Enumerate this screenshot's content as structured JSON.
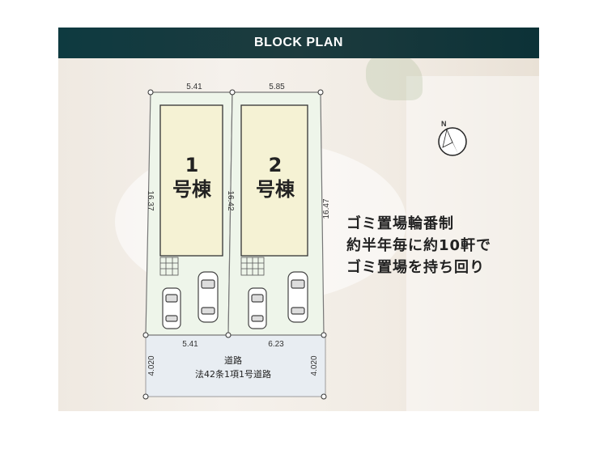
{
  "header": {
    "title": "BLOCK PLAN"
  },
  "lots": [
    {
      "number": "1",
      "label": "号棟"
    },
    {
      "number": "2",
      "label": "号棟"
    }
  ],
  "dimensions": {
    "lot1_top": "5.41",
    "lot2_top": "5.85",
    "lot1_left": "16.37",
    "lot_divider": "16.42",
    "lot2_right": "16.47",
    "lot1_bottom": "5.41",
    "lot2_bottom": "6.23",
    "road_left": "4.020",
    "road_right": "4.020"
  },
  "road": {
    "line1": "道路",
    "line2": "法42条1項1号道路"
  },
  "note": {
    "line1": "ゴミ置場輪番制",
    "line2": "約半年毎に約10軒で",
    "line3": "ゴミ置場を持ち回り"
  },
  "compass": {
    "letter": "N"
  }
}
